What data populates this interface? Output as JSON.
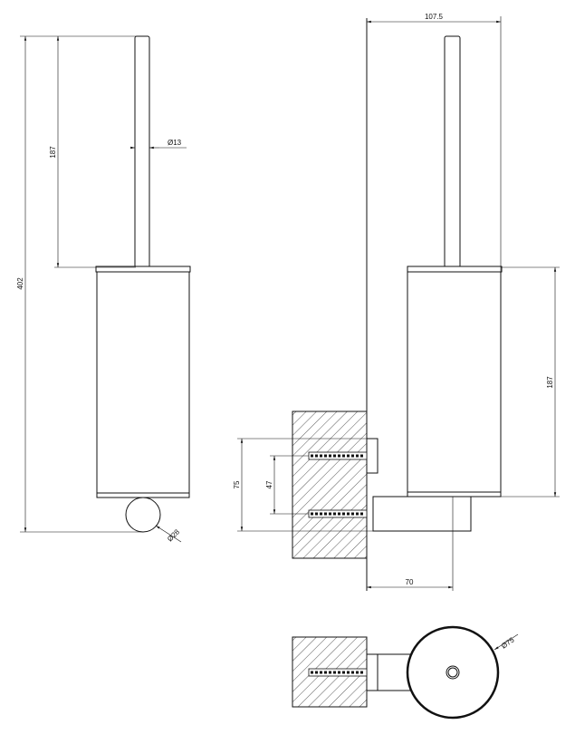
{
  "dimensions": {
    "overall_height": "402",
    "handle_length_front": "187",
    "handle_diameter": "Ø13",
    "ball_diameter": "Ø28",
    "projection_depth": "107.5",
    "body_height_side": "187",
    "bracket_height": "75",
    "screw_spacing": "47",
    "wall_to_axis": "70",
    "body_diameter": "Ø75"
  },
  "colors": {
    "line": "#111111",
    "background": "#ffffff"
  }
}
